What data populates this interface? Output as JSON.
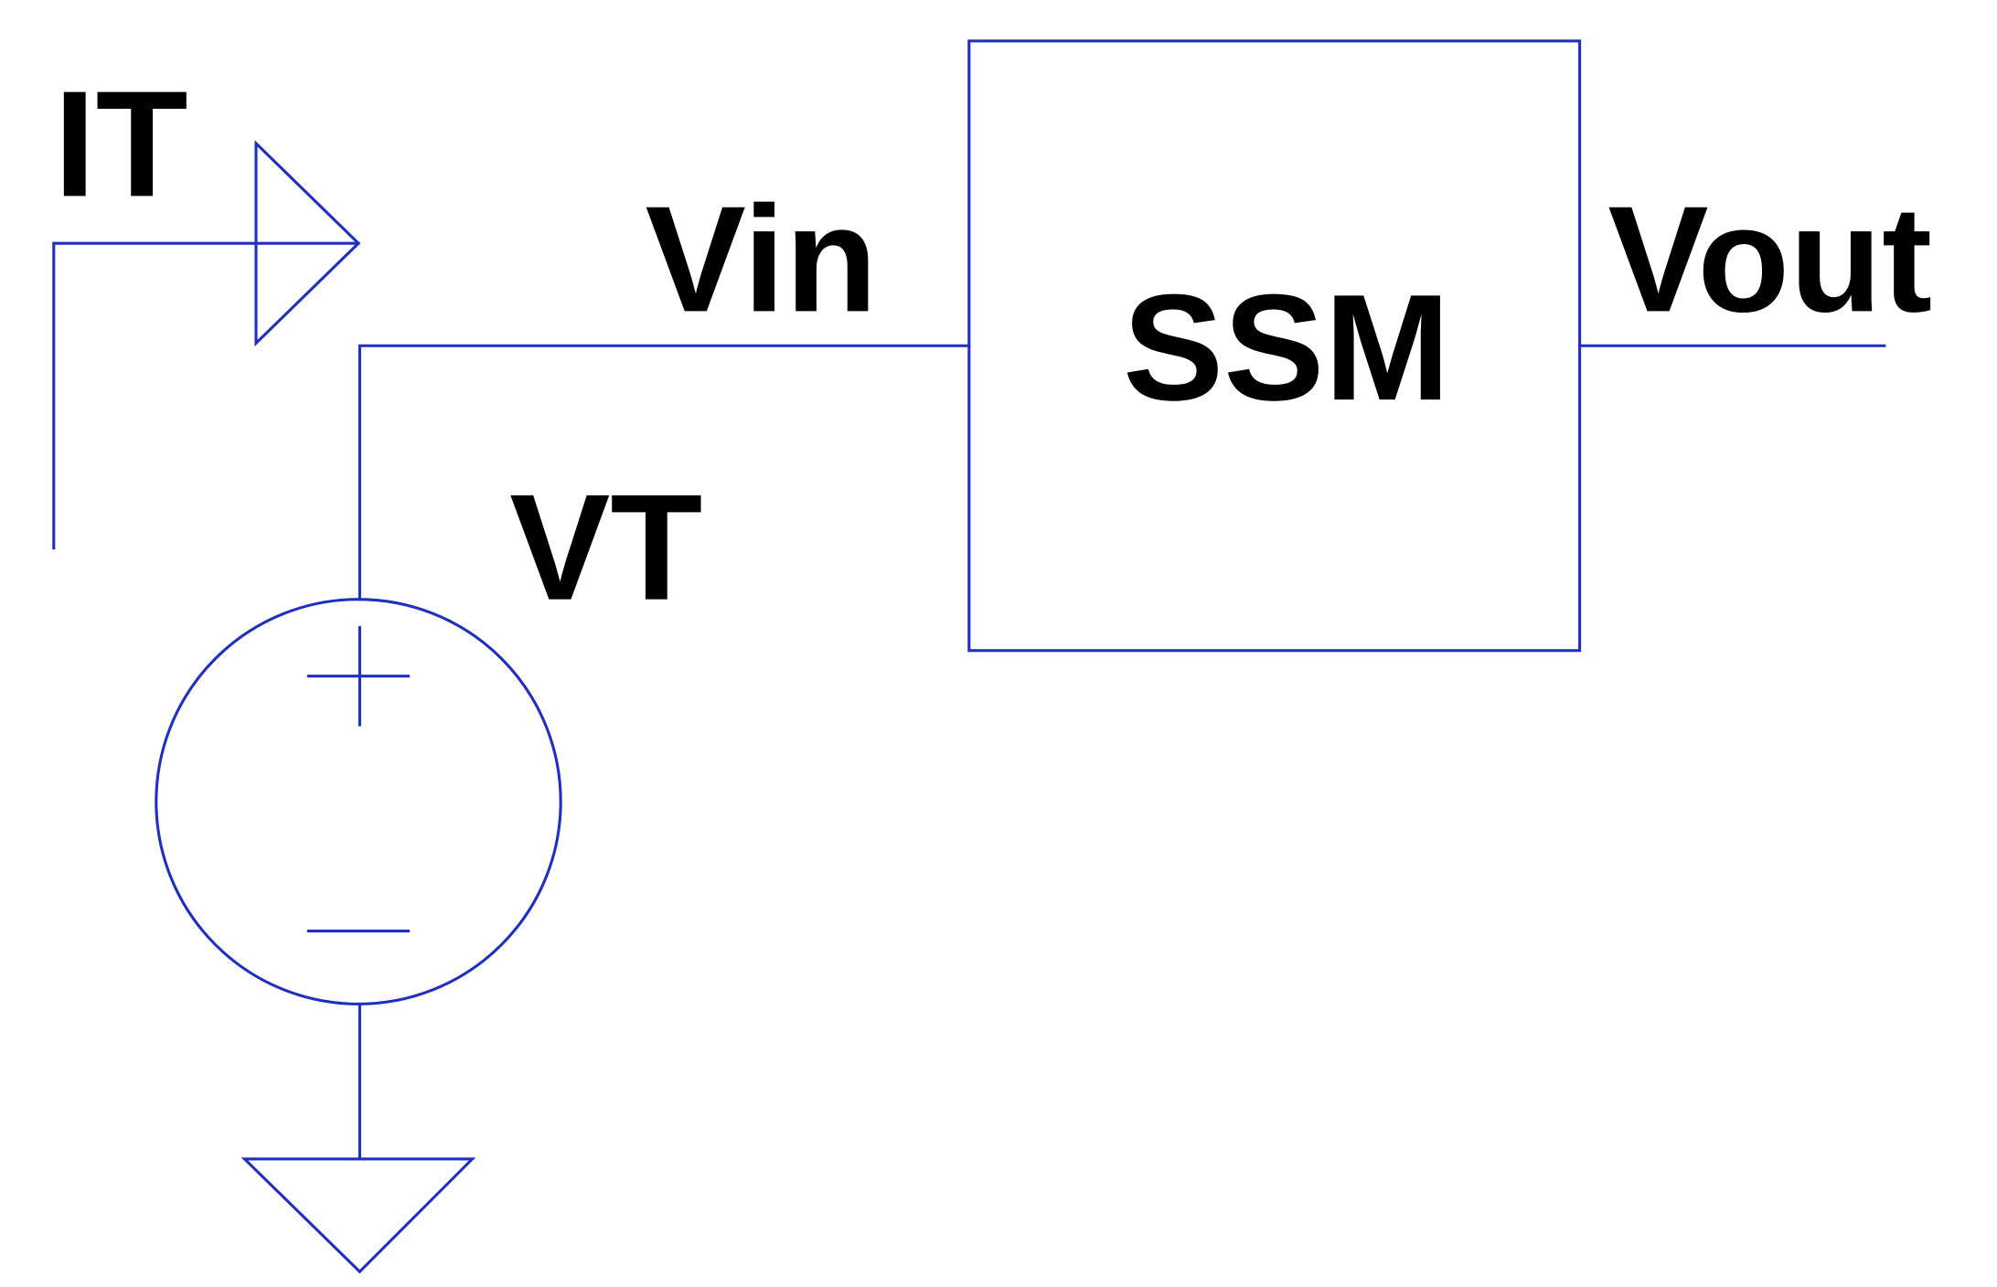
{
  "diagram": {
    "labels": {
      "current": "IT",
      "input_node": "Vin",
      "block": "SSM",
      "output_node": "Vout",
      "source": "VT"
    },
    "colors": {
      "wire": "#1f2fbf",
      "text": "#000000",
      "background": "#ffffff"
    },
    "icons": {
      "source": "voltage-source-icon",
      "ground": "ground-icon",
      "current_arrow": "current-arrow-icon"
    }
  }
}
